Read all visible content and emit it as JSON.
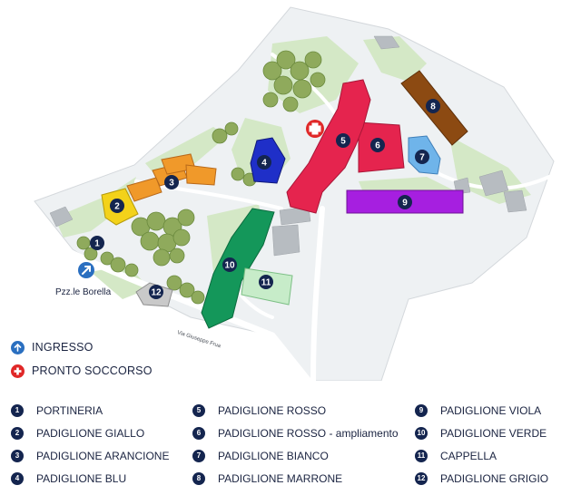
{
  "map": {
    "entrance_label": "Pzz.le Borella",
    "street_label": "Via Giuseppe Frua",
    "buildings": [
      {
        "number": "1",
        "color": "#ffffff"
      },
      {
        "number": "2",
        "color": "#f3d21a"
      },
      {
        "number": "3",
        "color": "#f0992a"
      },
      {
        "number": "4",
        "color": "#1f2fc8"
      },
      {
        "number": "5",
        "color": "#e5244e"
      },
      {
        "number": "6",
        "color": "#e5244e"
      },
      {
        "number": "7",
        "color": "#6fb4ea"
      },
      {
        "number": "8",
        "color": "#8c4a12"
      },
      {
        "number": "9",
        "color": "#a61fe0"
      },
      {
        "number": "10",
        "color": "#14975a"
      },
      {
        "number": "11",
        "color": "#c7ecc9"
      },
      {
        "number": "12",
        "color": "#c9c9c9"
      }
    ]
  },
  "legend_top": [
    {
      "icon": "up-arrow-icon",
      "label": "INGRESSO",
      "color": "#2a6fc0"
    },
    {
      "icon": "red-cross-icon",
      "label": "PRONTO SOCCORSO",
      "color": "#e02828"
    }
  ],
  "legend": [
    {
      "number": "1",
      "label": "PORTINERIA"
    },
    {
      "number": "2",
      "label": "PADIGLIONE GIALLO"
    },
    {
      "number": "3",
      "label": "PADIGLIONE ARANCIONE"
    },
    {
      "number": "4",
      "label": "PADIGLIONE BLU"
    },
    {
      "number": "5",
      "label": "PADIGLIONE ROSSO"
    },
    {
      "number": "6",
      "label": "PADIGLIONE ROSSO - ampliamento"
    },
    {
      "number": "7",
      "label": "PADIGLIONE BIANCO"
    },
    {
      "number": "8",
      "label": "PADIGLIONE MARRONE"
    },
    {
      "number": "9",
      "label": "PADIGLIONE VIOLA"
    },
    {
      "number": "10",
      "label": "PADIGLIONE VERDE"
    },
    {
      "number": "11",
      "label": "CAPPELLA"
    },
    {
      "number": "12",
      "label": "PADIGLIONE GRIGIO"
    }
  ]
}
